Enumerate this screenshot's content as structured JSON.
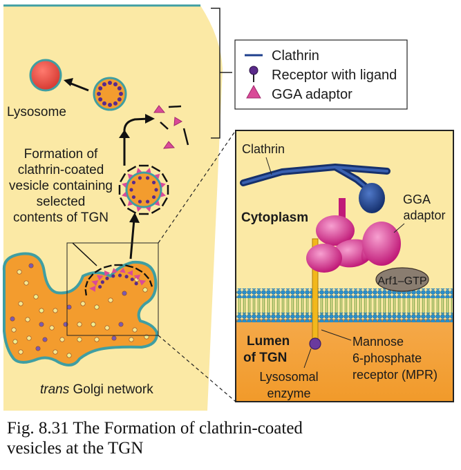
{
  "legend": {
    "clathrin": "Clathrin",
    "receptor": "Receptor with ligand",
    "gga": "GGA adaptor"
  },
  "left_panel": {
    "lysosome": "Lysosome",
    "formation_lines": [
      "Formation of",
      "clathrin-coated",
      "vesicle containing",
      "selected",
      "contents of TGN"
    ],
    "golgi_italic": "trans",
    "golgi_rest": "Golgi network"
  },
  "inset": {
    "clathrin": "Clathrin",
    "cytoplasm": "Cytoplasm",
    "gga_lines": [
      "GGA",
      "adaptor"
    ],
    "arf": "Arf1–GTP",
    "lumen_lines": [
      "Lumen",
      "of TGN"
    ],
    "mannose_lines": [
      "Mannose",
      "6-phosphate",
      "receptor (MPR)"
    ],
    "enzyme_lines": [
      "Lysosomal",
      "enzyme"
    ]
  },
  "caption": {
    "line1": "Fig. 8.31 The Formation of clathrin-coated",
    "line2": "vesicles at the TGN"
  },
  "colors": {
    "cytoplasm_bg": "#fbe9a5",
    "golgi_orange": "#f39c2e",
    "lysosome_red": "#e8463f",
    "gga_pink": "#d92a8c",
    "clathrin_navy": "#1e3f8c",
    "membrane_teal": "#3f9ea2",
    "inset_border": "#222222"
  }
}
